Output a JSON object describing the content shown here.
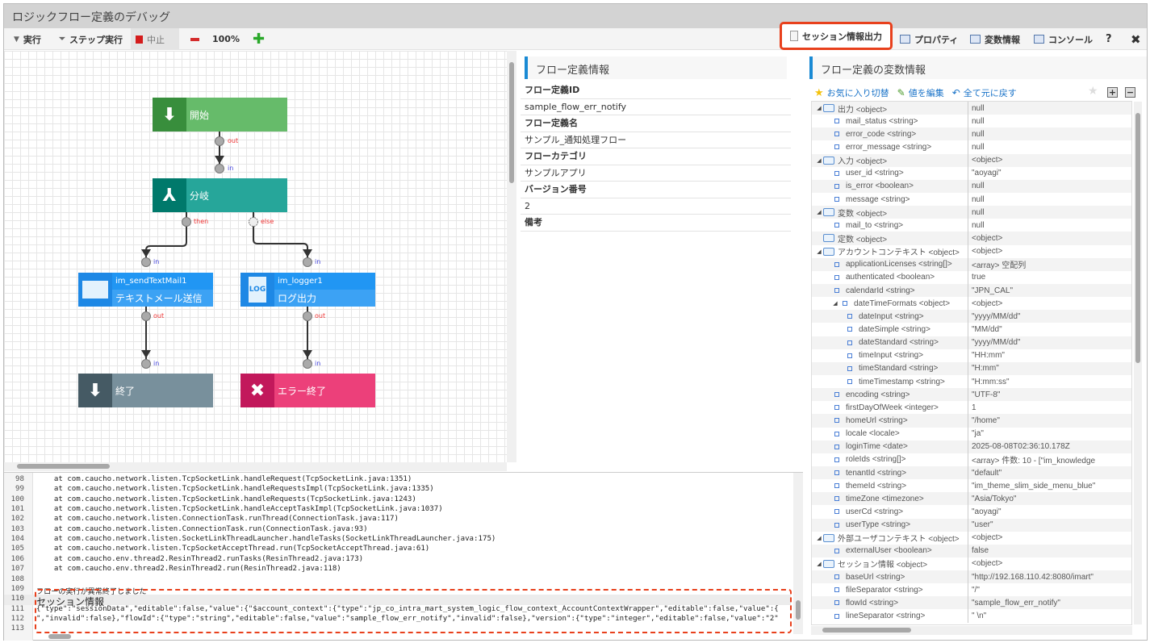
{
  "window": {
    "title": "ロジックフロー定義のデバッグ"
  },
  "toolbar": {
    "run": "実行",
    "step": "ステップ実行",
    "stop": "中止",
    "zoom": "100%",
    "session_output": "セッション情報出力",
    "properties": "プロパティ",
    "variables": "変数情報",
    "console": "コンソール",
    "help": "?"
  },
  "flow": {
    "nodes": {
      "start": "開始",
      "branch": "分岐",
      "mail_id": "im_sendTextMail1",
      "mail_label": "テキストメール送信",
      "logger_id": "im_logger1",
      "logger_label": "ログ出力",
      "logger_icon": "LOG",
      "end": "終了",
      "error_end": "エラー終了"
    },
    "ports": {
      "out": "out",
      "in": "in",
      "then": "then",
      "else": "else"
    }
  },
  "properties": {
    "title": "フロー定義情報",
    "rows": [
      {
        "label": "フロー定義ID",
        "value": "sample_flow_err_notify"
      },
      {
        "label": "フロー定義名",
        "value": "サンプル_通知処理フロー"
      },
      {
        "label": "フローカテゴリ",
        "value": "サンプルアプリ"
      },
      {
        "label": "バージョン番号",
        "value": "2"
      },
      {
        "label": "備考",
        "value": ""
      }
    ]
  },
  "variables": {
    "title": "フロー定義の変数情報",
    "favorite": "お気に入り切替",
    "edit": "値を編集",
    "reset": "全て元に戻す",
    "rows": [
      {
        "level": 0,
        "name": "出力 <object>",
        "value": "null",
        "type": "obj",
        "exp": true
      },
      {
        "level": 1,
        "name": "mail_status <string>",
        "value": "null"
      },
      {
        "level": 1,
        "name": "error_code <string>",
        "value": "null"
      },
      {
        "level": 1,
        "name": "error_message <string>",
        "value": "null"
      },
      {
        "level": 0,
        "name": "入力 <object>",
        "value": "<object>",
        "type": "obj",
        "exp": true
      },
      {
        "level": 1,
        "name": "user_id <string>",
        "value": "\"aoyagi\""
      },
      {
        "level": 1,
        "name": "is_error <boolean>",
        "value": "null"
      },
      {
        "level": 1,
        "name": "message <string>",
        "value": "null"
      },
      {
        "level": 0,
        "name": "変数 <object>",
        "value": "null",
        "type": "obj",
        "exp": true
      },
      {
        "level": 1,
        "name": "mail_to <string>",
        "value": "null"
      },
      {
        "level": 0,
        "name": "定数 <object>",
        "value": "<object>",
        "type": "obj",
        "exp": false
      },
      {
        "level": 0,
        "name": "アカウントコンテキスト <object>",
        "value": "<object>",
        "type": "obj",
        "exp": true
      },
      {
        "level": 1,
        "name": "applicationLicenses <string[]>",
        "value": "<array> 空配列"
      },
      {
        "level": 1,
        "name": "authenticated <boolean>",
        "value": "true"
      },
      {
        "level": 1,
        "name": "calendarId <string>",
        "value": "\"JPN_CAL\""
      },
      {
        "level": 1,
        "name": "dateTimeFormats <object>",
        "value": "<object>",
        "exp": true
      },
      {
        "level": 2,
        "name": "dateInput <string>",
        "value": "\"yyyy/MM/dd\""
      },
      {
        "level": 2,
        "name": "dateSimple <string>",
        "value": "\"MM/dd\""
      },
      {
        "level": 2,
        "name": "dateStandard <string>",
        "value": "\"yyyy/MM/dd\""
      },
      {
        "level": 2,
        "name": "timeInput <string>",
        "value": "\"HH:mm\""
      },
      {
        "level": 2,
        "name": "timeStandard <string>",
        "value": "\"H:mm\""
      },
      {
        "level": 2,
        "name": "timeTimestamp <string>",
        "value": "\"H:mm:ss\""
      },
      {
        "level": 1,
        "name": "encoding <string>",
        "value": "\"UTF-8\""
      },
      {
        "level": 1,
        "name": "firstDayOfWeek <integer>",
        "value": "1"
      },
      {
        "level": 1,
        "name": "homeUrl <string>",
        "value": "\"/home\""
      },
      {
        "level": 1,
        "name": "locale <locale>",
        "value": "\"ja\""
      },
      {
        "level": 1,
        "name": "loginTime <date>",
        "value": "2025-08-08T02:36:10.178Z"
      },
      {
        "level": 1,
        "name": "roleIds <string[]>",
        "value": "<array> 件数: 10 - [\"im_knowledge"
      },
      {
        "level": 1,
        "name": "tenantId <string>",
        "value": "\"default\""
      },
      {
        "level": 1,
        "name": "themeId <string>",
        "value": "\"im_theme_slim_side_menu_blue\""
      },
      {
        "level": 1,
        "name": "timeZone <timezone>",
        "value": "\"Asia/Tokyo\""
      },
      {
        "level": 1,
        "name": "userCd <string>",
        "value": "\"aoyagi\""
      },
      {
        "level": 1,
        "name": "userType <string>",
        "value": "\"user\""
      },
      {
        "level": 0,
        "name": "外部ユーザコンテキスト <object>",
        "value": "<object>",
        "type": "obj",
        "exp": true
      },
      {
        "level": 1,
        "name": "externalUser <boolean>",
        "value": "false"
      },
      {
        "level": 0,
        "name": "セッション情報 <object>",
        "value": "<object>",
        "type": "obj",
        "exp": true
      },
      {
        "level": 1,
        "name": "baseUrl <string>",
        "value": "\"http://192.168.110.42:8080/imart\""
      },
      {
        "level": 1,
        "name": "fileSeparator <string>",
        "value": "\"/\""
      },
      {
        "level": 1,
        "name": "flowId <string>",
        "value": "\"sample_flow_err_notify\""
      },
      {
        "level": 1,
        "name": "lineSeparator <string>",
        "value": "\" \\n\""
      }
    ]
  },
  "console": {
    "lines": [
      {
        "n": "98",
        "t": "    at com.caucho.network.listen.TcpSocketLink.handleRequest(TcpSocketLink.java:1351)"
      },
      {
        "n": "99",
        "t": "    at com.caucho.network.listen.TcpSocketLink.handleRequestsImpl(TcpSocketLink.java:1335)"
      },
      {
        "n": "100",
        "t": "    at com.caucho.network.listen.TcpSocketLink.handleRequests(TcpSocketLink.java:1243)"
      },
      {
        "n": "101",
        "t": "    at com.caucho.network.listen.TcpSocketLink.handleAcceptTaskImpl(TcpSocketLink.java:1037)"
      },
      {
        "n": "102",
        "t": "    at com.caucho.network.listen.ConnectionTask.runThread(ConnectionTask.java:117)"
      },
      {
        "n": "103",
        "t": "    at com.caucho.network.listen.ConnectionTask.run(ConnectionTask.java:93)"
      },
      {
        "n": "104",
        "t": "    at com.caucho.network.listen.SocketLinkThreadLauncher.handleTasks(SocketLinkThreadLauncher.java:175)"
      },
      {
        "n": "105",
        "t": "    at com.caucho.network.listen.TcpSocketAcceptThread.run(TcpSocketAcceptThread.java:61)"
      },
      {
        "n": "106",
        "t": "    at com.caucho.env.thread2.ResinThread2.runTasks(ResinThread2.java:173)"
      },
      {
        "n": "107",
        "t": "    at com.caucho.env.thread2.ResinThread2.run(ResinThread2.java:118)"
      },
      {
        "n": "108",
        "t": ""
      },
      {
        "n": "109",
        "t": "フローの実行が異常終了しました"
      },
      {
        "n": "110",
        "t": "セッション情報"
      },
      {
        "n": "111",
        "t": "{\"type\":\"sessionData\",\"editable\":false,\"value\":{\"$account_context\":{\"type\":\"jp_co_intra_mart_system_logic_flow_context_AccountContextWrapper\",\"editable\":false,\"value\":{"
      },
      {
        "n": "112",
        "t": "\",\"invalid\":false},\"flowId\":{\"type\":\"string\",\"editable\":false,\"value\":\"sample_flow_err_notify\",\"invalid\":false},\"version\":{\"type\":\"integer\",\"editable\":false,\"value\":\"2\""
      },
      {
        "n": "113",
        "t": ""
      }
    ]
  },
  "colors": {
    "highlight": "#e8401c",
    "accent": "#1a8ad4"
  }
}
